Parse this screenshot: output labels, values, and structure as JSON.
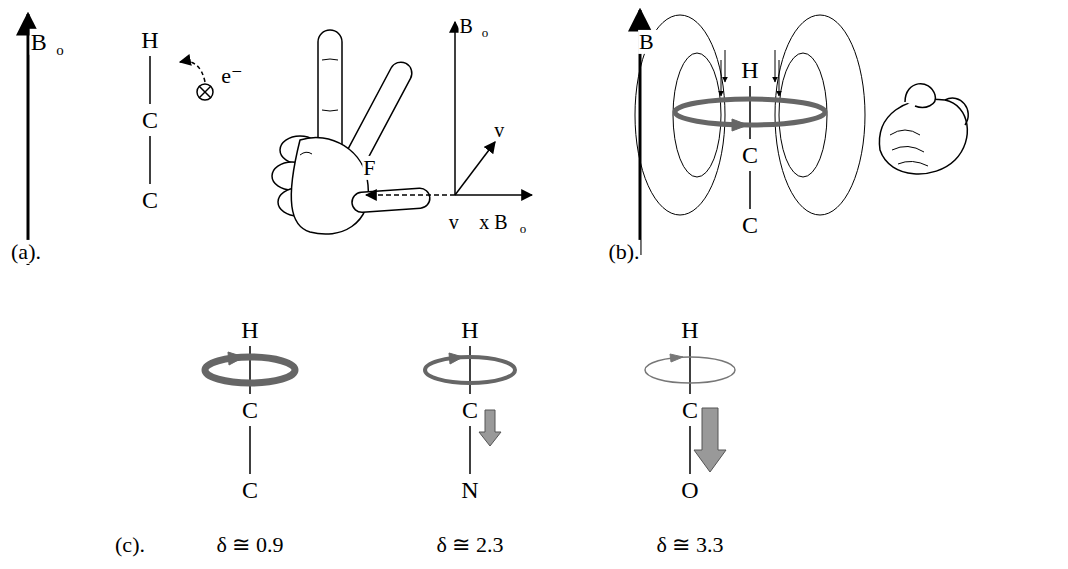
{
  "diagram": {
    "labels": [
      "B⃗",
      "o",
      "H",
      "C",
      "C",
      "e⁻",
      "F⃗",
      "B⃗",
      "o",
      "v⃗",
      "v⃗ x B⃗",
      "o",
      "(a).",
      "B⃗",
      "H",
      "C",
      "C",
      "(b).",
      "H",
      "C",
      "C",
      "H",
      "C",
      "N",
      "H",
      "C",
      "O",
      "(c).",
      "δ ≅ 0.9",
      "δ ≅ 2.3",
      "δ ≅ 3.3"
    ]
  }
}
